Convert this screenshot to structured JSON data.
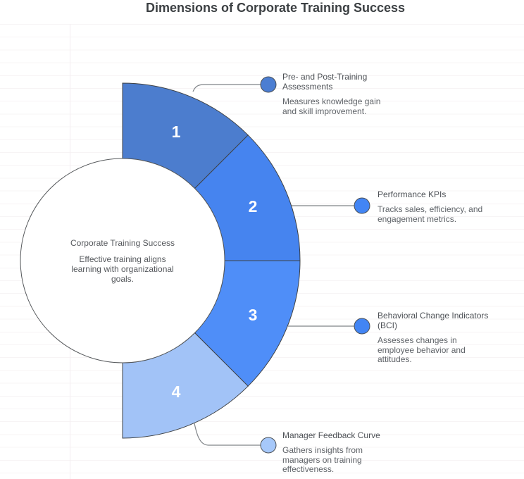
{
  "page_title": "Dimensions of Corporate Training Success",
  "center": {
    "title": "Corporate Training Success",
    "description": "Effective training aligns\nlearning with organizational\ngoals."
  },
  "segments": [
    {
      "number": "1",
      "label": "Pre- and Post-Training\nAssessments",
      "description": "Measures knowledge gain\nand skill improvement.",
      "color": "#4c7dce",
      "marker_color": "#4c7ed2"
    },
    {
      "number": "2",
      "label": "Performance KPIs",
      "description": "Tracks sales, efficiency, and\nengagement metrics.",
      "color": "#4684ef",
      "marker_color": "#4285f4"
    },
    {
      "number": "3",
      "label": "Behavioral Change Indicators\n(BCI)",
      "description": "Assesses changes in\nemployee behavior and\nattitudes.",
      "color": "#4f8ef8",
      "marker_color": "#4285f4"
    },
    {
      "number": "4",
      "label": "Manager Feedback Curve",
      "description": "Gathers insights from\nmanagers on training\neffectiveness.",
      "color": "#a2c3f7",
      "marker_color": "#a6c8fa"
    }
  ],
  "style": {
    "segment_stroke": "#3f4245",
    "inner_circle_stroke": "#54575a",
    "connector_color": "#7f8387",
    "marker_stroke": "#4b5055"
  }
}
